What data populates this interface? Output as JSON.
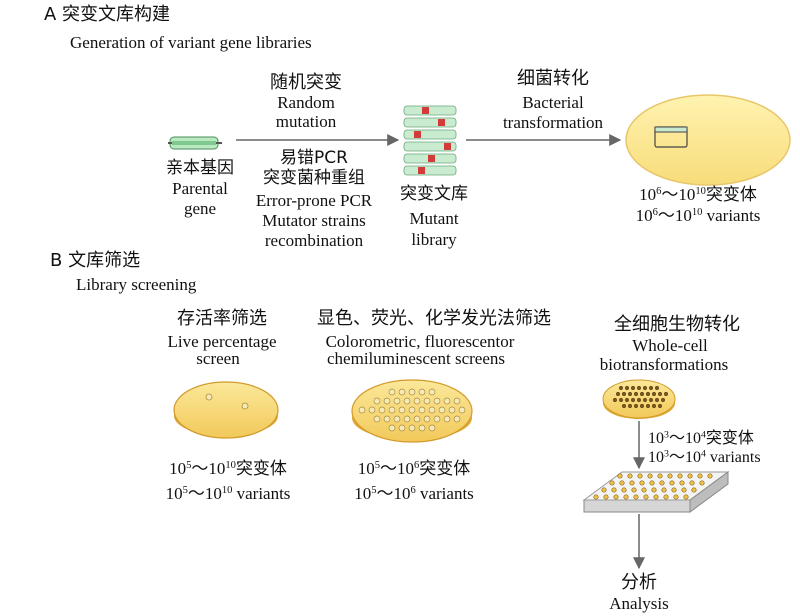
{
  "section_a": {
    "title_cn": "A 突变文库构建",
    "title_en": "Generation of variant gene libraries",
    "parental": {
      "cn": "亲本基因",
      "en1": "Parental",
      "en2": "gene"
    },
    "random": {
      "cn": "随机突变",
      "en1": "Random",
      "en2": "mutation"
    },
    "methods": {
      "line1": "易错PCR",
      "line2": "突变菌种重组",
      "line3": "Error-prone PCR",
      "line4": "Mutator strains",
      "line5": "recombination"
    },
    "library": {
      "cn": "突变文库",
      "en1": "Mutant",
      "en2": "library"
    },
    "transform": {
      "cn": "细菌转化",
      "en1": "Bacterial",
      "en2": "transformation"
    },
    "variants": {
      "low_base": "10",
      "low_exp": "6",
      "sep": "～",
      "high_base": "10",
      "high_exp": "10",
      "cn_suffix": "突变体",
      "en_suffix": " variants"
    }
  },
  "section_b": {
    "title_cn": "B 文库筛选",
    "title_en": "Library screening",
    "live": {
      "cn": "存活率筛选",
      "en1": "Live percentage",
      "en2": "screen",
      "low_base": "10",
      "low_exp": "5",
      "high_base": "10",
      "high_exp": "10",
      "cn_suffix": "突变体",
      "en_suffix": " variants"
    },
    "color": {
      "cn": "显色、荧光、化学发光法筛选",
      "en1": "Colorometric, fluorescentor",
      "en2": "chemiluminescent screens",
      "low_base": "10",
      "low_exp": "5",
      "high_base": "10",
      "high_exp": "6",
      "cn_suffix": "突变体",
      "en_suffix": " variants"
    },
    "whole": {
      "cn": "全细胞生物转化",
      "en1": "Whole-cell",
      "en2": "biotransformations",
      "low_base": "10",
      "low_exp": "3",
      "high_base": "10",
      "high_exp": "4",
      "cn_suffix": "突变体",
      "en_suffix": " variants"
    },
    "analysis": {
      "cn": "分析",
      "en": "Analysis"
    }
  },
  "colors": {
    "plate_fill": "#f6df7e",
    "plate_dark": "#e6b23c",
    "gene_green": "#9bd9a8",
    "mutation_red": "#d33a3a",
    "arrow": "#666666"
  }
}
